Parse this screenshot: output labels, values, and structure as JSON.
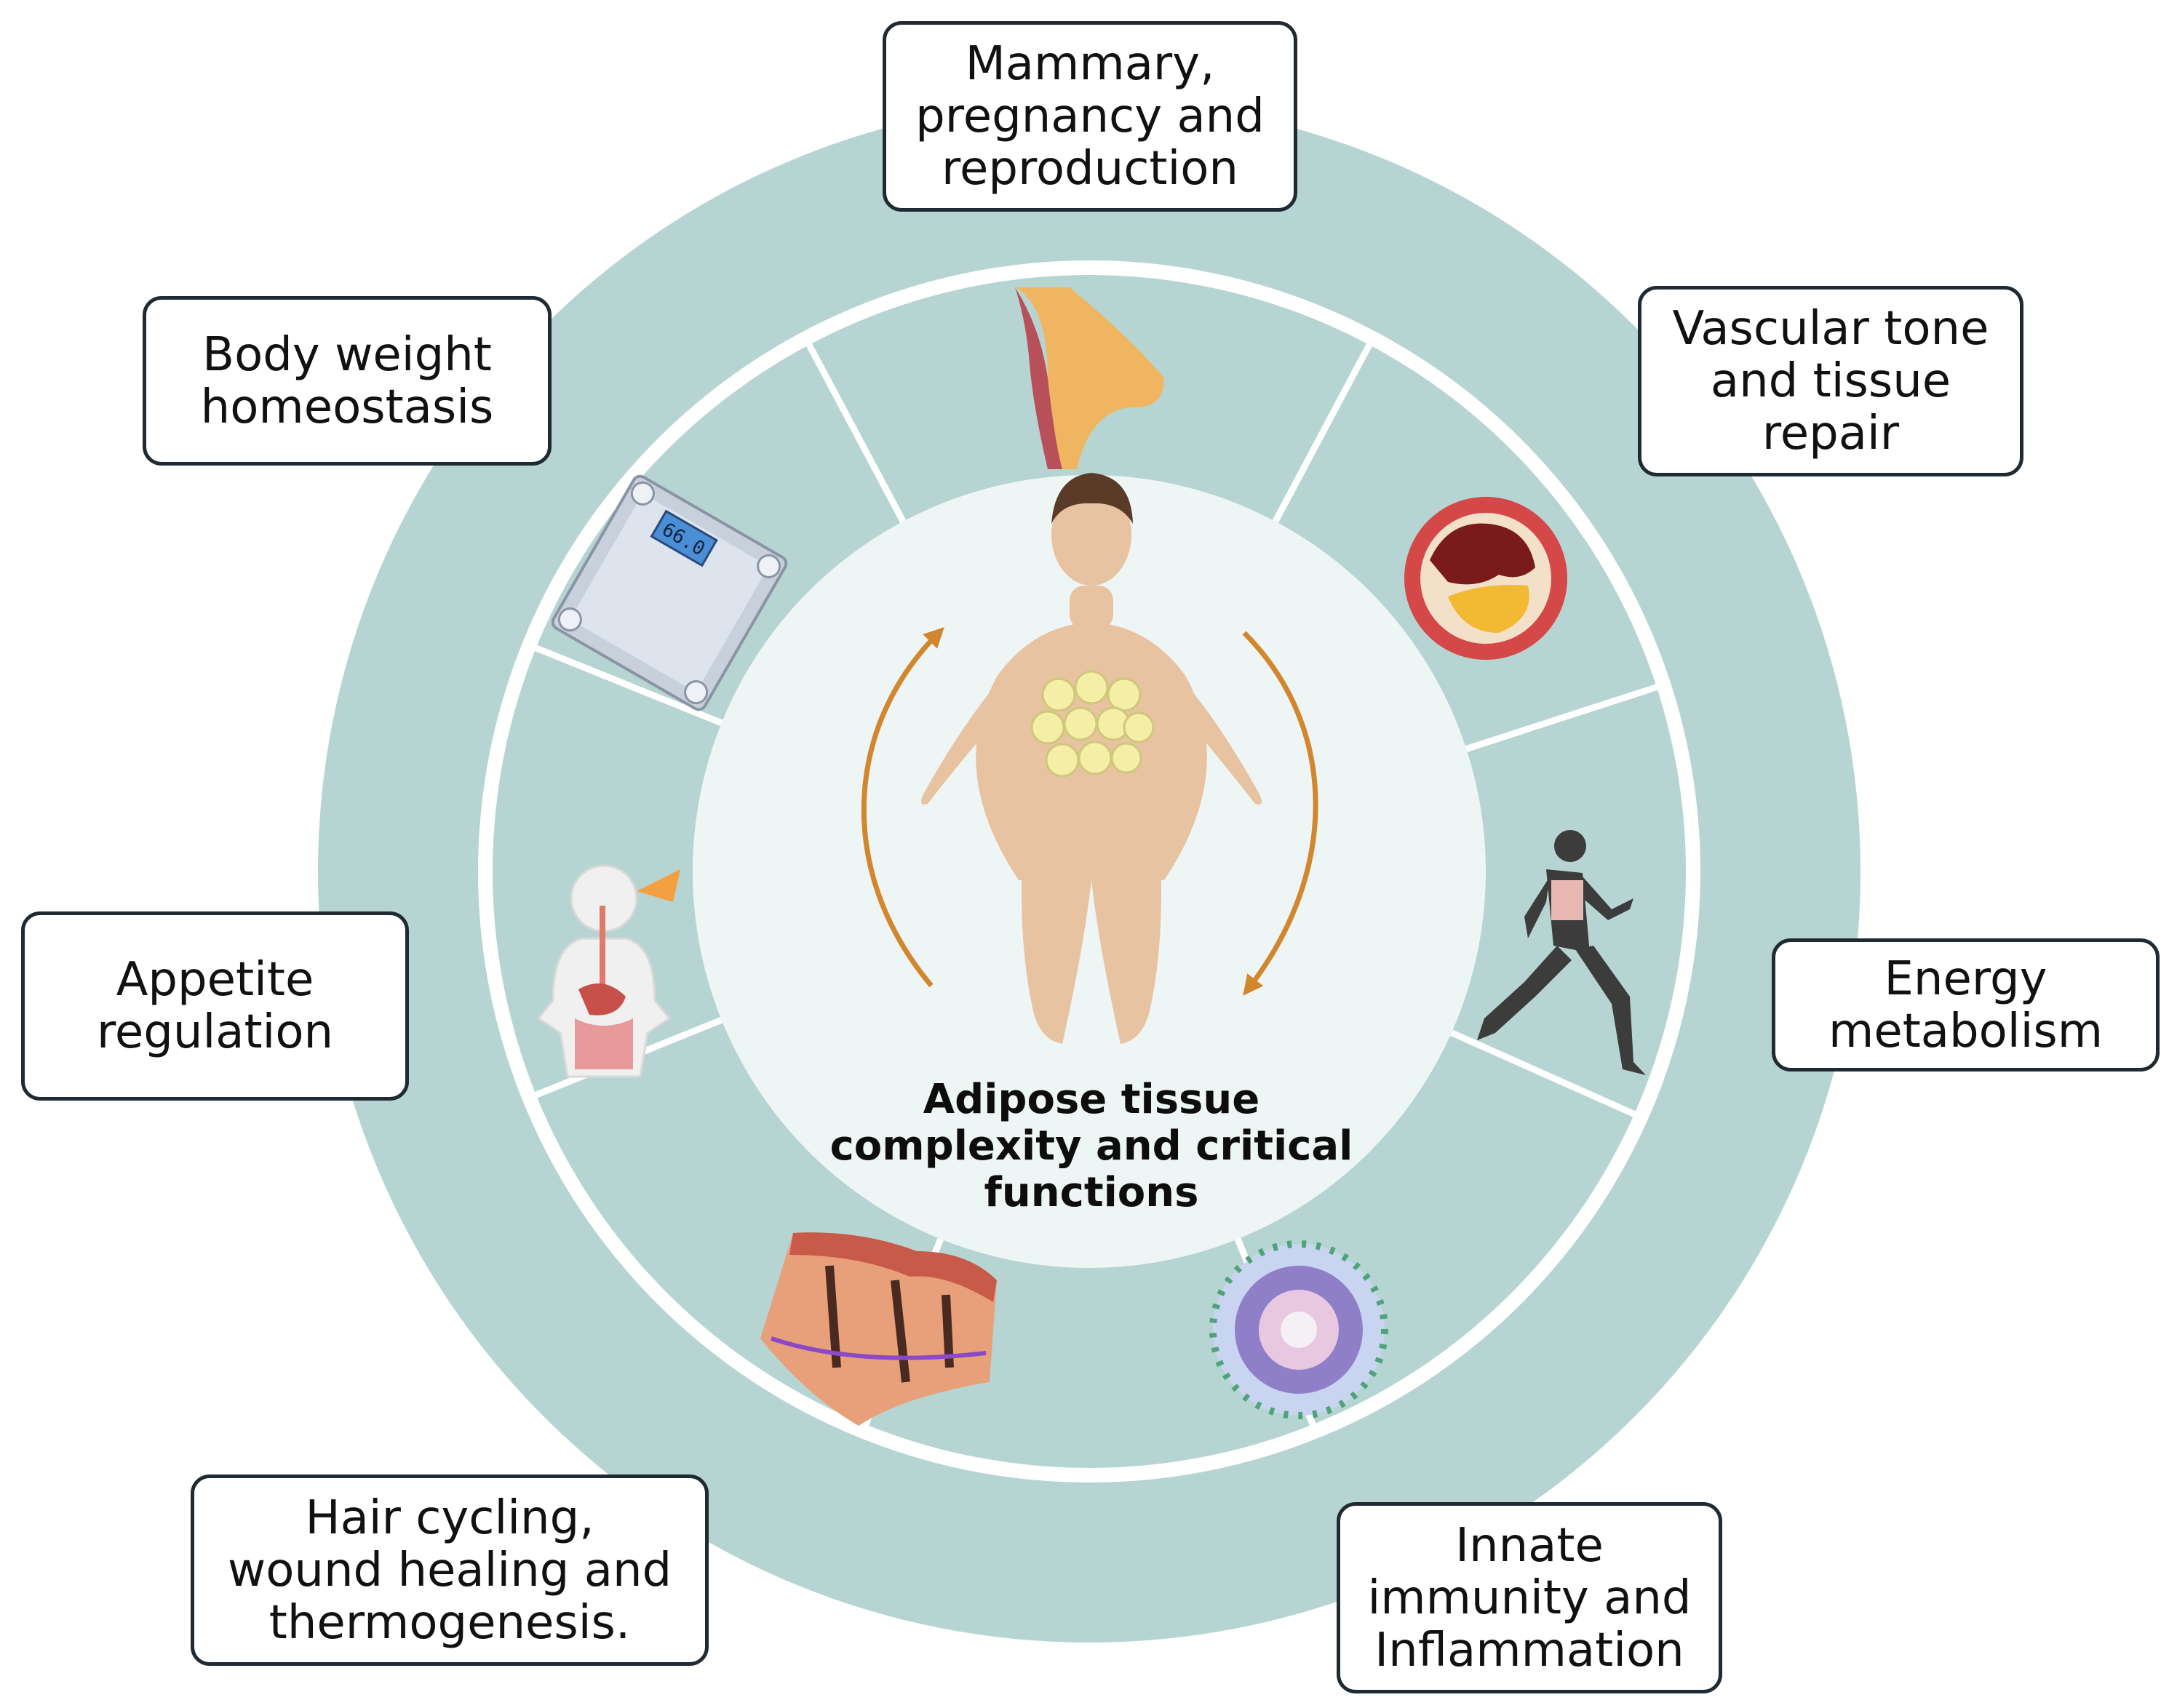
{
  "center": {
    "title_lines": [
      "Adipose tissue",
      "complexity and critical",
      "functions"
    ]
  },
  "functions": [
    {
      "id": "mammary",
      "lines": [
        "Mammary,",
        "pregnancy and",
        "reproduction"
      ],
      "icon": "breast-tissue-icon"
    },
    {
      "id": "vascular",
      "lines": [
        "Vascular tone",
        "and tissue",
        "repair"
      ],
      "icon": "blood-vessel-icon"
    },
    {
      "id": "energy",
      "lines": [
        "Energy",
        "metabolism"
      ],
      "icon": "runner-icon"
    },
    {
      "id": "immunity",
      "lines": [
        "Innate",
        "immunity and",
        "Inflammation"
      ],
      "icon": "immune-cells-icon"
    },
    {
      "id": "hair",
      "lines": [
        "Hair cycling,",
        "wound healing and",
        "thermogenesis."
      ],
      "icon": "skin-section-icon"
    },
    {
      "id": "appetite",
      "lines": [
        "Appetite",
        "regulation"
      ],
      "icon": "digestive-system-icon"
    },
    {
      "id": "bodyweight",
      "lines": [
        "Body weight",
        "homeostasis"
      ],
      "icon": "scale-icon"
    }
  ],
  "scale_display": "66.0",
  "colors": {
    "ring": "#b6d5d2",
    "inner_circle": "#eef6f5",
    "arrow": "#d2862e",
    "box_border": "#1f2a33",
    "skin": "#e8c3a1",
    "fat": "#f4eea6"
  }
}
